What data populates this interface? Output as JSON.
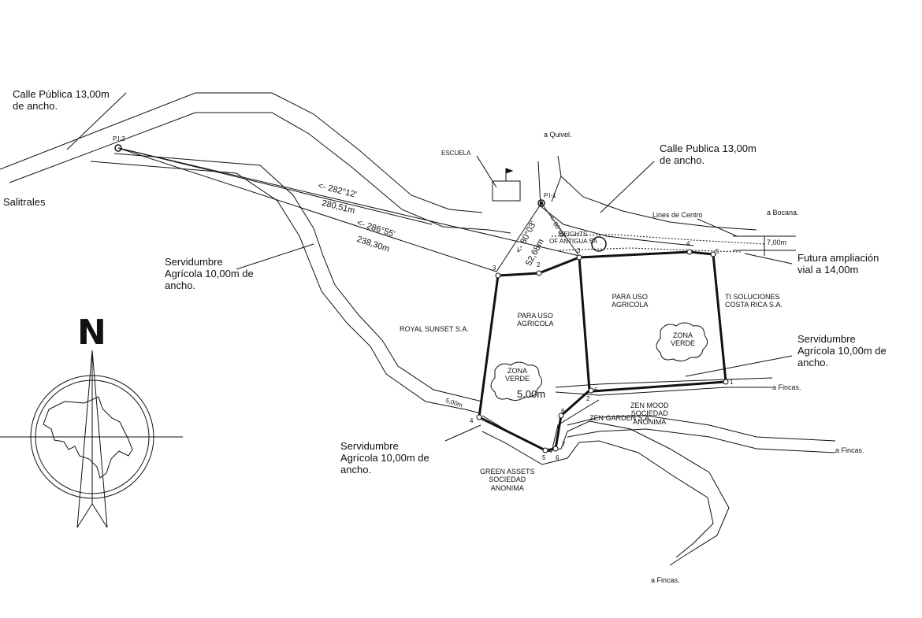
{
  "texts": {
    "calle_publica_left": "Calle Pública 13,00m\nde ancho.",
    "salitrales": "Salitrales",
    "pi2": "P.I-2",
    "pi1": "P.I-1",
    "a_quivel": "a Quivel.",
    "escuela": "ESCUELA",
    "calle_publica_right": "Calle Publica 13,00m\nde ancho.",
    "lines_de_centro": "Lines de Centro",
    "a_bocana": "a Bocana.",
    "dim_7m": "7,00m",
    "futura": "Futura ampliación\nvial a 14,00m",
    "bearing1": "<- 282°12'",
    "dist1": "280,51m",
    "bearing2": "<- 286°55'",
    "dist2": "238,30m",
    "bearing3": "<- 80°03'",
    "dist3": "52,68m",
    "bearing4": "<- 80°03'",
    "serv_left": "Servidumbre\nAgrícola 10,00m de\nancho.",
    "heights": "HEIGHTS\nOF ANTIGUA SA",
    "royal": "ROYAL SUNSET S.A.",
    "para_uso_1": "PARA USO\nAGRICOLA",
    "para_uso_2": "PARA USO\nAGRICOLA",
    "ti": "TI SOLUCIONES\nCOSTA RICA S.A.",
    "zona_verde_1": "ZONA\nVERDE",
    "zona_verde_2": "ZONA\nVERDE",
    "serv_right": "Servidumbre\nAgrícola 10,00m de\nancho.",
    "a_fincas_1": "a Fincas.",
    "a_fincas_2": "a Fincas.",
    "a_fincas_3": "a Fincas.",
    "dim_5m": "5,00m",
    "dim_5m_small": "5,00m",
    "zen_mood": "ZEN MOOD\nSOCIEDAD\nANONIMA",
    "zen_garden": "ZEN GARDEN S.A.",
    "serv_bottom": "Servidumbre\nAgrícola 10,00m de\nancho.",
    "green_assets": "GREEN ASSETS\nSOCIEDAD\nANONIMA",
    "north": "N",
    "v1": "1",
    "v2": "2",
    "v3": "3",
    "v4": "4",
    "v5": "5",
    "v6": "6",
    "v7": "7",
    "v8": "8",
    "w1": "1",
    "w2": "2",
    "w3": "3",
    "w4": "4",
    "w5": "5",
    "w6": "6"
  },
  "colors": {
    "line": "#111111",
    "bg": "#ffffff"
  },
  "icons": [
    "north-arrow-icon",
    "costa-rica-map-icon",
    "school-flag-icon"
  ]
}
